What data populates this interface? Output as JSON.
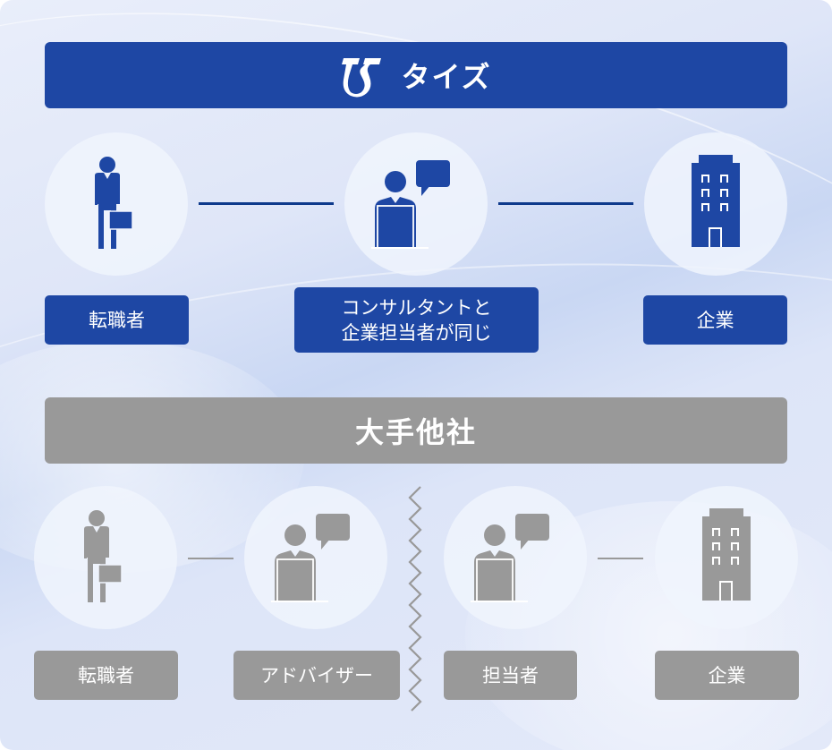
{
  "colors": {
    "brand_blue": "#1e47a4",
    "connector_blue": "#0e3a8c",
    "gray": "#999999",
    "white": "#ffffff"
  },
  "tize_section": {
    "banner": {
      "logo_icon": "tize-logo-icon",
      "title": "タイズ"
    },
    "nodes": [
      {
        "icon": "businessperson-icon",
        "label": "転職者"
      },
      {
        "icon": "consultant-icon",
        "label_line1": "コンサルタントと",
        "label_line2": "企業担当者が同じ"
      },
      {
        "icon": "building-icon",
        "label": "企業"
      }
    ]
  },
  "competitor_section": {
    "banner": {
      "title": "大手他社"
    },
    "nodes": [
      {
        "icon": "businessperson-icon",
        "label": "転職者"
      },
      {
        "icon": "consultant-icon",
        "label": "アドバイザー"
      },
      {
        "icon": "consultant-icon",
        "label": "担当者"
      },
      {
        "icon": "building-icon",
        "label": "企業"
      }
    ],
    "divider_icon": "zigzag-break-icon"
  }
}
